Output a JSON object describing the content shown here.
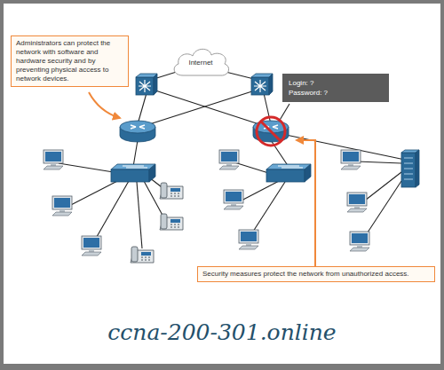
{
  "diagram": {
    "nodes": [
      {
        "text": [
          "Administrators can protect the network with software and hardware security and by preventing physical access to network devices."
        ]
      },
      {
        "text": [
          "Internet"
        ]
      },
      {
        "text": [
          "Login: ?",
          "Password: ?"
        ]
      },
      {
        "text": [
          "Security measures protect the network from unauthorized access."
        ]
      }
    ],
    "labels": [
      "ccna-200-301.online"
    ]
  }
}
